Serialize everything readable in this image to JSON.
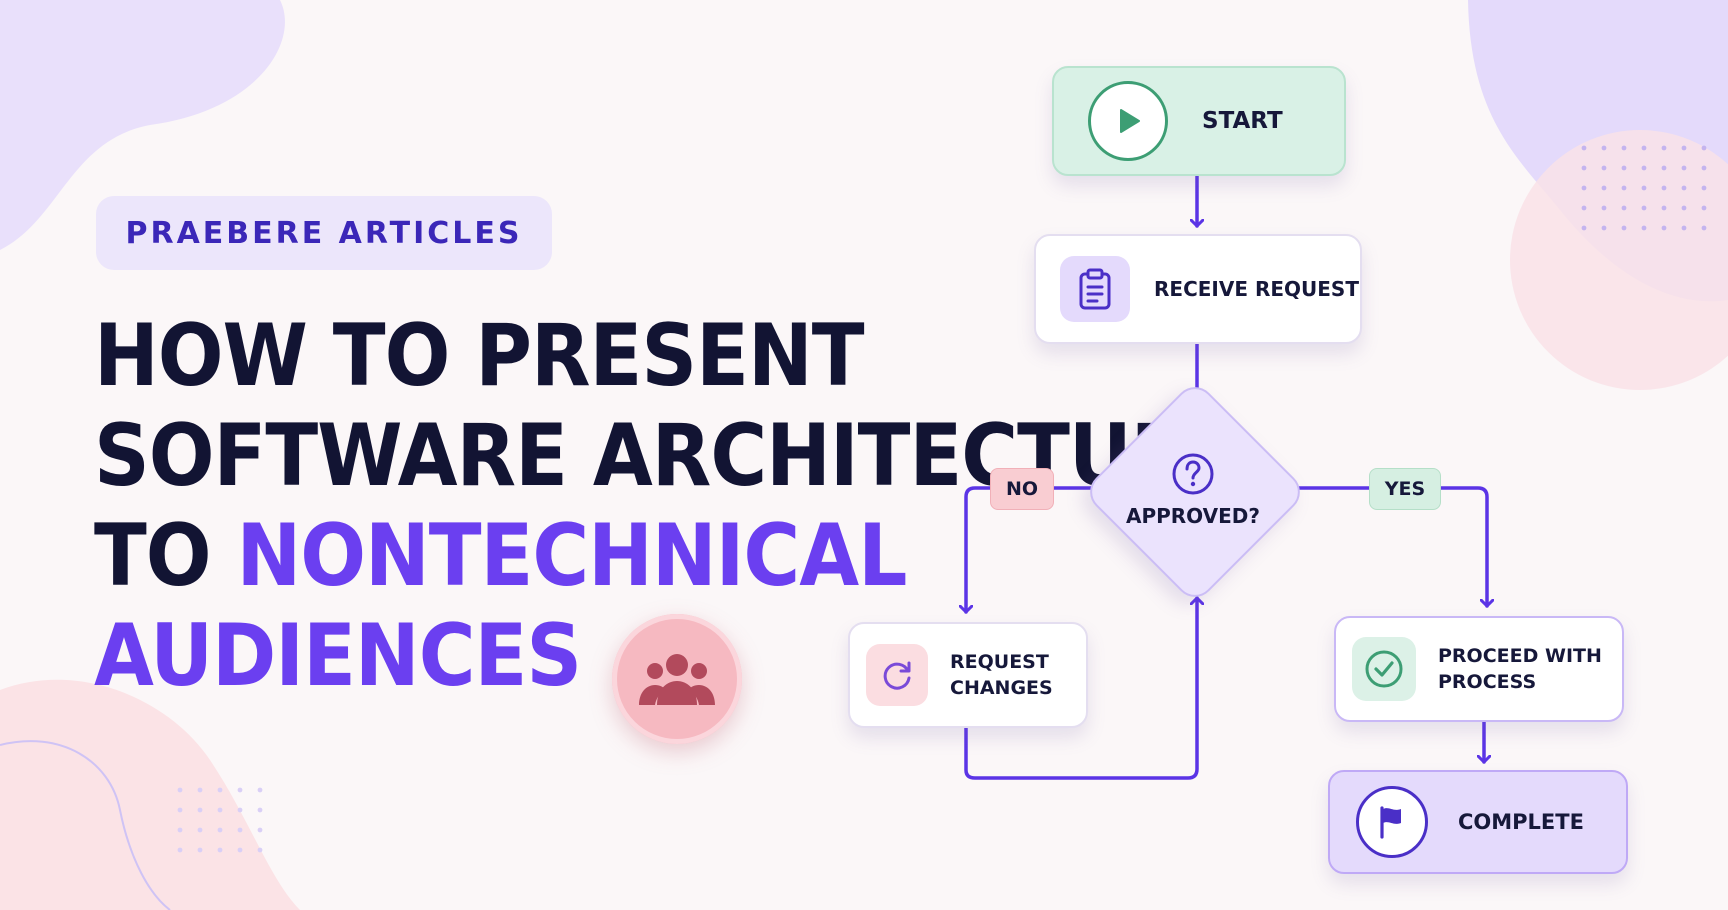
{
  "colors": {
    "background": "#fbf7f8",
    "headline": "#121433",
    "accent": "#6b3ff0",
    "connector": "#5b34e6",
    "start_fill": "#d9f1e6",
    "decision_fill": "#ebe3fd",
    "no_fill": "#f9cdd2",
    "yes_fill": "#d6efe2"
  },
  "brand": {
    "tag": "PRAEBERE ARTICLES"
  },
  "headline": {
    "line1": "HOW TO PRESENT",
    "line2": "SOFTWARE ARCHITECTURE",
    "line3_prefix": "TO ",
    "line3_accent": "NONTECHNICAL",
    "line4_accent": "AUDIENCES"
  },
  "badge": {
    "icon": "people-group-icon"
  },
  "flowchart": {
    "start": {
      "label": "START",
      "icon": "play-icon"
    },
    "receive": {
      "label": "RECEIVE REQUEST",
      "icon": "clipboard-icon"
    },
    "decision": {
      "label": "APPROVED?",
      "icon": "question-mark-icon"
    },
    "no_branch": {
      "label": "NO"
    },
    "yes_branch": {
      "label": "YES"
    },
    "changes": {
      "line1": "REQUEST",
      "line2": "CHANGES",
      "icon": "refresh-icon"
    },
    "proceed": {
      "line1": "PROCEED WITH",
      "line2": "PROCESS",
      "icon": "check-circle-icon"
    },
    "complete": {
      "label": "COMPLETE",
      "icon": "flag-icon"
    }
  }
}
